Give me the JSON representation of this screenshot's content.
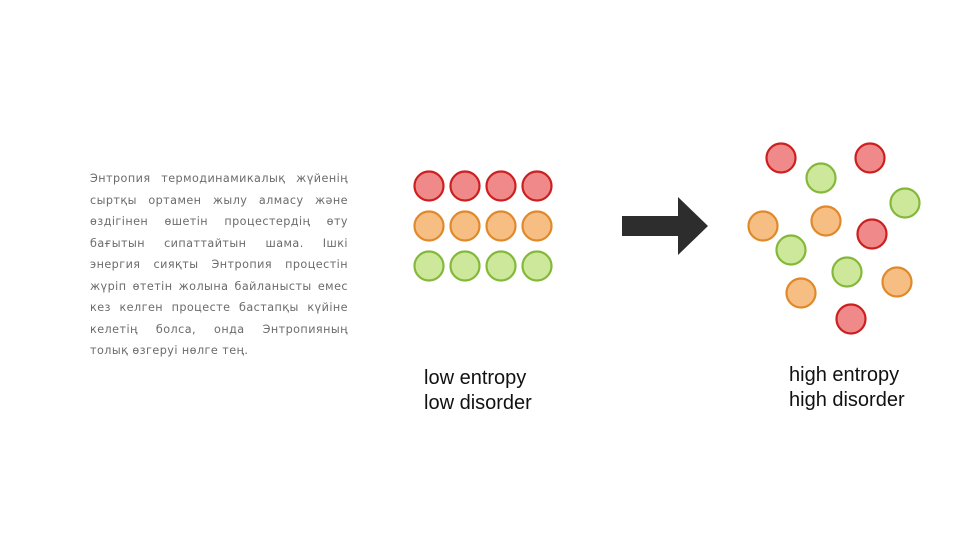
{
  "slide": {
    "paragraph": "Энтропия термодинамикалық жүйенің сыртқы ортамен жылу алмасу және өздігінен өшетін процестердің өту бағытын сипаттайтын шама. Ішкі энергия сияқты Энтропия процестін жүріп өтетін жолына байланысты емес кез келген процесте бастапқы күйіне келетің болса, онда Энтропияның толық өзгеруі нөлге тең.",
    "low_caption_line1": "low entropy",
    "low_caption_line2": "low disorder",
    "high_caption_line1": "high entropy",
    "high_caption_line2": "high disorder"
  },
  "colors": {
    "red_fill": "#f08a8a",
    "red_stroke": "#cc1f1f",
    "orange_fill": "#f7be83",
    "orange_stroke": "#e0892a",
    "green_fill": "#cde89a",
    "green_stroke": "#84b83a",
    "arrow": "#2d2d2d",
    "text_gray": "#6b6b6b"
  }
}
